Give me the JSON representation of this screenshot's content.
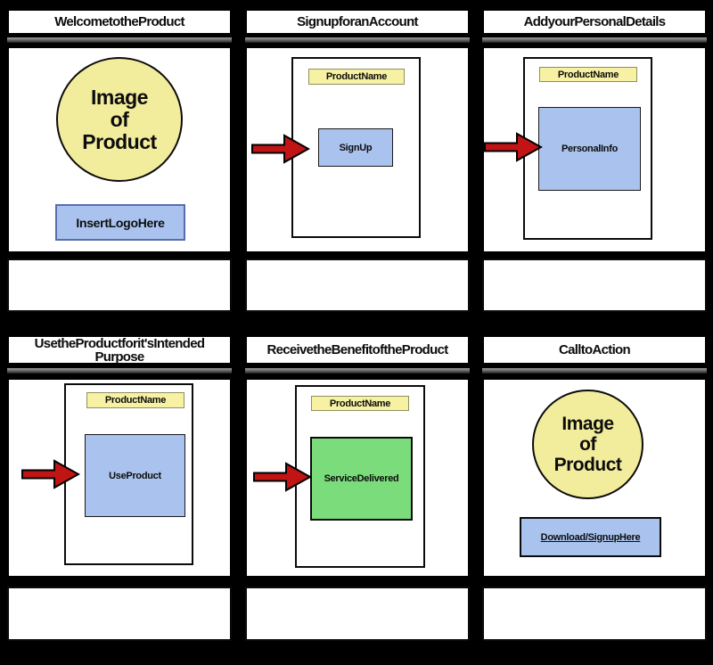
{
  "board": {
    "rows": 2,
    "cols": 3,
    "description_boxes": 6
  },
  "colors": {
    "background": "#000000",
    "panel_bg": "#ffffff",
    "image_placeholder_yellow": "#f2ec9d",
    "app_bar_yellow": "#f7f2a3",
    "widget_blue": "#a9c3ee",
    "service_green": "#7bdc7b",
    "arrow_red": "#c11414"
  },
  "panels": [
    {
      "title": "WelcometotheProduct",
      "type": "image",
      "circle_text": "Image\nof\nProduct",
      "button_label": "InsertLogoHere"
    },
    {
      "title": "SignupforanAccount",
      "type": "screen",
      "app_bar_label": "ProductName",
      "action_label": "SignUp",
      "has_arrow": true
    },
    {
      "title": "AddyourPersonalDetails",
      "type": "screen",
      "app_bar_label": "ProductName",
      "action_label": "PersonalInfo",
      "has_arrow": true
    },
    {
      "title": "UsetheProductforit'sIntended Purpose",
      "type": "screen",
      "app_bar_label": "ProductName",
      "action_label": "UseProduct",
      "has_arrow": true
    },
    {
      "title": "ReceivetheBenefitoftheProduct",
      "type": "screen",
      "app_bar_label": "ProductName",
      "action_label": "ServiceDelivered",
      "has_arrow": true
    },
    {
      "title": "CalltoAction",
      "type": "image",
      "circle_text": "Image\nof\nProduct",
      "button_label": "Download/SignupHere"
    }
  ]
}
